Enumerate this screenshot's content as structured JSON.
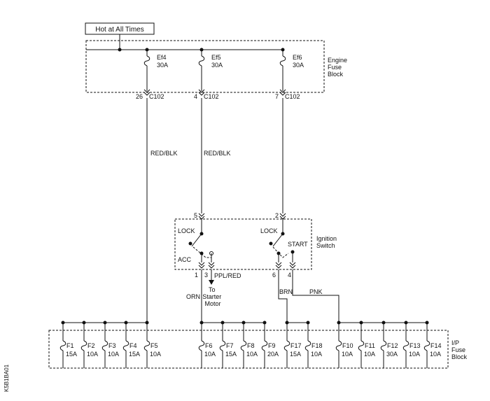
{
  "source": {
    "label": "Hot at All Times"
  },
  "engine_fuse_block": {
    "label_lines": [
      "Engine",
      "Fuse",
      "Block"
    ],
    "fuses": [
      {
        "name": "Ef4",
        "rating": "30A",
        "pin": "26",
        "connector": "C102",
        "wire": "RED/BLK"
      },
      {
        "name": "Ef5",
        "rating": "30A",
        "pin": "4",
        "connector": "C102",
        "wire": "RED/BLK"
      },
      {
        "name": "Ef6",
        "rating": "30A",
        "pin": "7",
        "connector": "C102",
        "wire": ""
      }
    ]
  },
  "ignition_switch": {
    "label_lines": [
      "Ignition",
      "Switch"
    ],
    "input_pins": [
      "5",
      "2"
    ],
    "positions": {
      "lock_left": "LOCK",
      "lock_right": "LOCK",
      "acc": "ACC",
      "start": "START"
    },
    "output_pins": [
      "1",
      "3",
      "6",
      "4"
    ],
    "wires": {
      "pin1": "ORN",
      "pin3": "PPL/RED",
      "pin6": "BRN",
      "pin4": "PNK"
    },
    "starter_lines": [
      "To",
      "Starter",
      "Motor"
    ]
  },
  "ip_fuse_block": {
    "label_lines": [
      "I/P",
      "Fuse",
      "Block"
    ],
    "fuses": [
      {
        "name": "F1",
        "rating": "15A"
      },
      {
        "name": "F2",
        "rating": "10A"
      },
      {
        "name": "F3",
        "rating": "10A"
      },
      {
        "name": "F4",
        "rating": "15A"
      },
      {
        "name": "F5",
        "rating": "10A"
      },
      {
        "name": "F6",
        "rating": "10A"
      },
      {
        "name": "F7",
        "rating": "15A"
      },
      {
        "name": "F8",
        "rating": "10A"
      },
      {
        "name": "F9",
        "rating": "20A"
      },
      {
        "name": "F17",
        "rating": "15A"
      },
      {
        "name": "F18",
        "rating": "10A"
      },
      {
        "name": "F10",
        "rating": "10A"
      },
      {
        "name": "F11",
        "rating": "10A"
      },
      {
        "name": "F12",
        "rating": "30A"
      },
      {
        "name": "F13",
        "rating": "10A"
      },
      {
        "name": "F14",
        "rating": "10A"
      }
    ]
  },
  "figure_code": "K5B1BA01"
}
